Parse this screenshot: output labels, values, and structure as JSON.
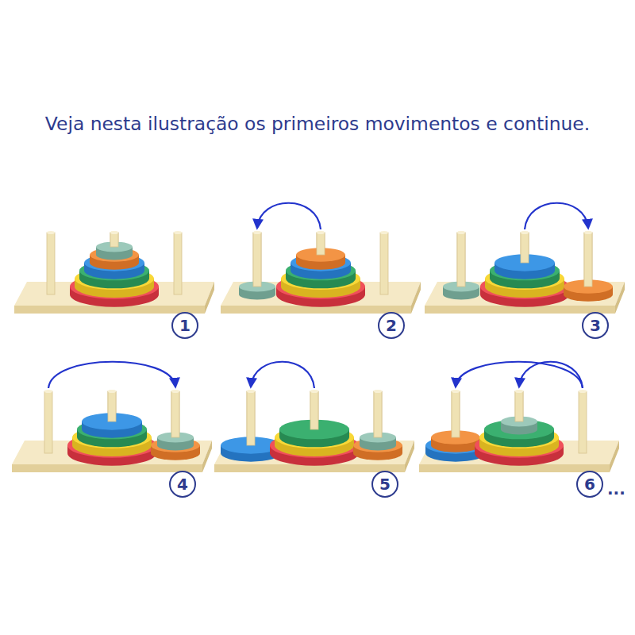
{
  "diagram": {
    "title": "Veja nesta ilustração os primeiros movimentos e continue.",
    "nodes": [
      {
        "text": [
          "1"
        ]
      },
      {
        "text": [
          "2"
        ]
      },
      {
        "text": [
          "3"
        ]
      },
      {
        "text": [
          "4"
        ]
      },
      {
        "text": [
          "5"
        ]
      },
      {
        "text": [
          "6"
        ]
      }
    ],
    "labels": [
      "..."
    ]
  }
}
